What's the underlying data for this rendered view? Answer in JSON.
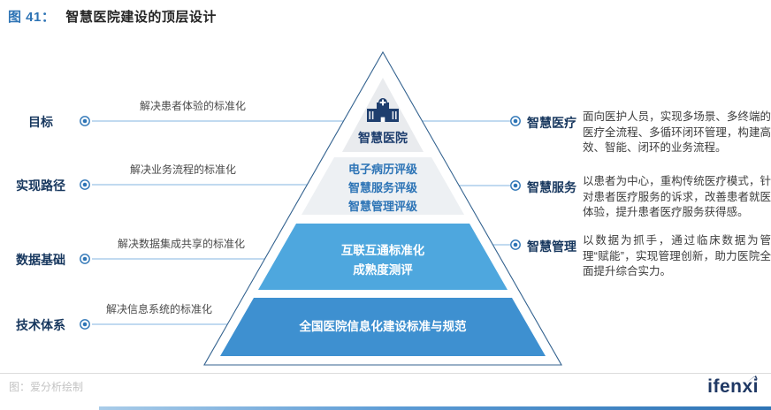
{
  "title": {
    "prefix": "图 41：",
    "text": "智慧医院建设的顶层设计"
  },
  "pyramid": {
    "top": {
      "icon": "hospital-icon",
      "label": "智慧医院"
    },
    "level2": {
      "lines": [
        "电子病历评级",
        "智慧服务评级",
        "智慧管理评级"
      ]
    },
    "level3": {
      "lines": [
        "互联互通标准化",
        "成熟度测评"
      ]
    },
    "level4": {
      "lines": [
        "全国医院信息化建设标准与规范"
      ]
    }
  },
  "left_items": [
    {
      "label": "目标",
      "note": "解决患者体验的标准化"
    },
    {
      "label": "实现路径",
      "note": "解决业务流程的标准化"
    },
    {
      "label": "数据基础",
      "note": "解决数据集成共享的标准化"
    },
    {
      "label": "技术体系",
      "note": "解决信息系统的标准化"
    }
  ],
  "right_items": [
    {
      "label": "智慧医疗",
      "desc": "面向医护人员，实现多场景、多终端的医疗全流程、多循环闭环管理，构建高效、智能、闭环的业务流程。"
    },
    {
      "label": "智慧服务",
      "desc": "以患者为中心，重构传统医疗模式，针对患者医疗服务的诉求，改善患者就医体验，提升患者医疗服务获得感。"
    },
    {
      "label": "智慧管理",
      "desc": "以数据为抓手，通过临床数据为管理“赋能”，实现管理创新，助力医院全面提升综合实力。"
    }
  ],
  "footer": {
    "source": "图：爱分析绘制",
    "logo": "ifenxi"
  },
  "colors": {
    "accent_blue": "#2e74b5",
    "navy": "#17375e",
    "outline": "#33628f",
    "connector": "#9cc3e6",
    "level1_fill": "#e9ebee",
    "level2_fill": "#edf0f3",
    "level3_fill": "#4ea7de",
    "level4_fill": "#3e90d0"
  }
}
